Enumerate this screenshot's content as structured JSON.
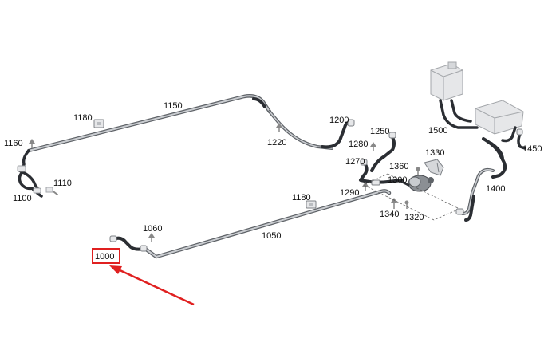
{
  "parts": [
    {
      "id": "p1000",
      "label": "1000",
      "highlighted": true
    },
    {
      "id": "p1050",
      "label": "1050"
    },
    {
      "id": "p1060",
      "label": "1060"
    },
    {
      "id": "p1100",
      "label": "1100"
    },
    {
      "id": "p1110",
      "label": "1110"
    },
    {
      "id": "p1150",
      "label": "1150"
    },
    {
      "id": "p1160",
      "label": "1160"
    },
    {
      "id": "p1180a",
      "label": "1180"
    },
    {
      "id": "p1180b",
      "label": "1180"
    },
    {
      "id": "p1200",
      "label": "1200"
    },
    {
      "id": "p1220",
      "label": "1220"
    },
    {
      "id": "p1250",
      "label": "1250"
    },
    {
      "id": "p1270",
      "label": "1270"
    },
    {
      "id": "p1280",
      "label": "1280"
    },
    {
      "id": "p1290",
      "label": "1290"
    },
    {
      "id": "p1300",
      "label": "1300"
    },
    {
      "id": "p1320",
      "label": "1320"
    },
    {
      "id": "p1330",
      "label": "1330"
    },
    {
      "id": "p1340",
      "label": "1340"
    },
    {
      "id": "p1360",
      "label": "1360"
    },
    {
      "id": "p1400",
      "label": "1400"
    },
    {
      "id": "p1450",
      "label": "1450"
    },
    {
      "id": "p1500",
      "label": "1500"
    }
  ],
  "colors": {
    "tube_outer": "#5f6368",
    "tube_inner": "#c9ccd0",
    "hose_dark": "#2b2e33",
    "component_fill": "#e6e7e9",
    "component_stroke": "#a3a6aa",
    "highlight": "#e02020",
    "label": "#111111",
    "dash": "#555555"
  },
  "highlight": {
    "target": "p1000",
    "shape": "box-with-arrow"
  }
}
